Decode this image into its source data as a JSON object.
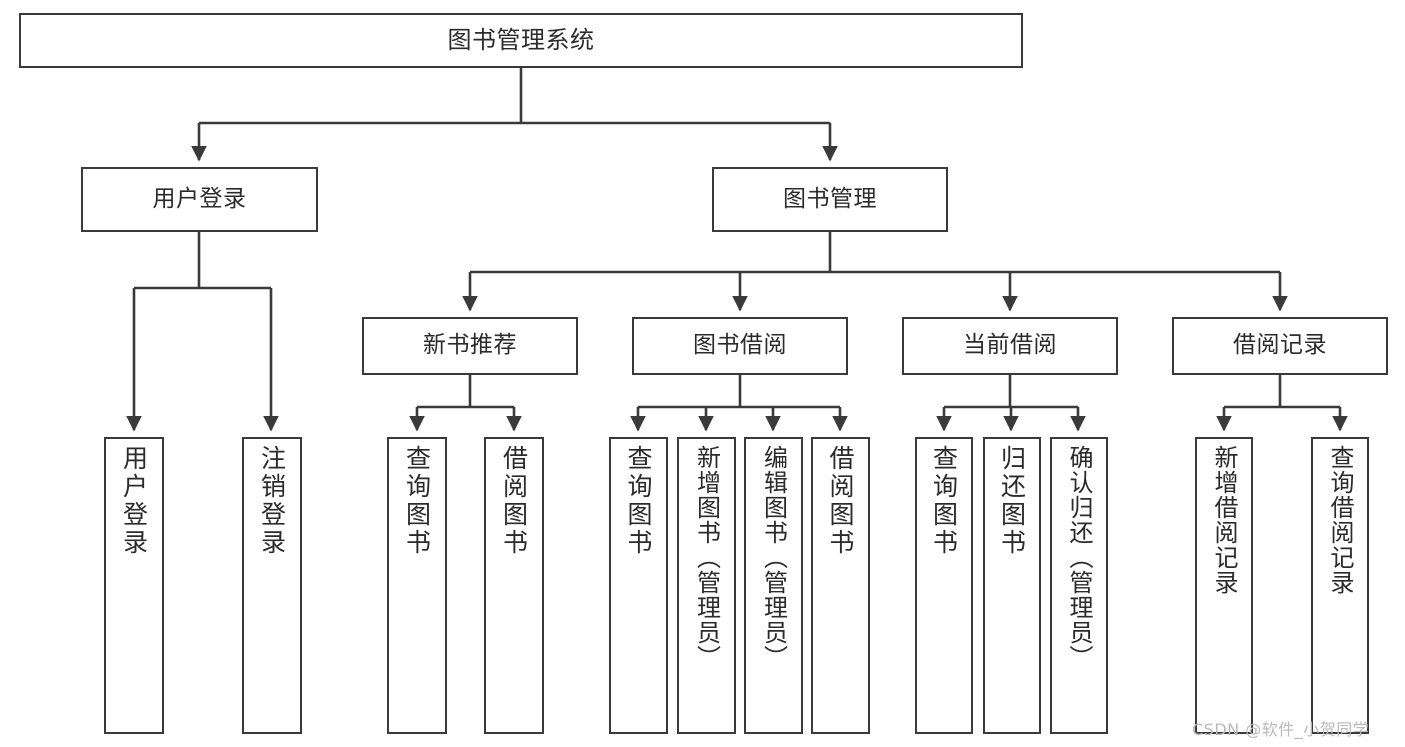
{
  "diagram": {
    "title": "图书管理系统",
    "type": "tree",
    "colors": {
      "stroke": "#3a3a3a",
      "fill": "#ffffff",
      "text": "#2b2b2b",
      "watermark": "#b9b9b9"
    },
    "levels": {
      "root": "图书管理系统",
      "level2": [
        "用户登录",
        "图书管理"
      ],
      "level3": [
        "新书推荐",
        "图书借阅",
        "当前借阅",
        "借阅记录"
      ]
    },
    "nodes": {
      "root": {
        "label": "图书管理系统"
      },
      "user_login": {
        "label": "用户登录"
      },
      "book_manage": {
        "label": "图书管理"
      },
      "new_book_rec": {
        "label": "新书推荐"
      },
      "book_borrow": {
        "label": "图书借阅"
      },
      "current_borrow": {
        "label": "当前借阅"
      },
      "borrow_record": {
        "label": "借阅记录"
      },
      "leaf_user_login": {
        "label": "用户登录"
      },
      "leaf_user_logout": {
        "label": "注销登录"
      },
      "leaf_rec_query": {
        "label": "查询图书"
      },
      "leaf_rec_borrow": {
        "label": "借阅图书"
      },
      "leaf_borrow_query": {
        "label": "查询图书"
      },
      "leaf_borrow_add": {
        "label": "新增图书（管理员）"
      },
      "leaf_borrow_edit": {
        "label": "编辑图书（管理员）"
      },
      "leaf_borrow_lend": {
        "label": "借阅图书"
      },
      "leaf_current_query": {
        "label": "查询图书"
      },
      "leaf_current_return": {
        "label": "归还图书"
      },
      "leaf_current_confirm": {
        "label": "确认归还（管理员）"
      },
      "leaf_record_add": {
        "label": "新增借阅记录"
      },
      "leaf_record_query": {
        "label": "查询借阅记录"
      }
    }
  },
  "watermark": {
    "text": "CSDN @软件_小贺同学"
  }
}
